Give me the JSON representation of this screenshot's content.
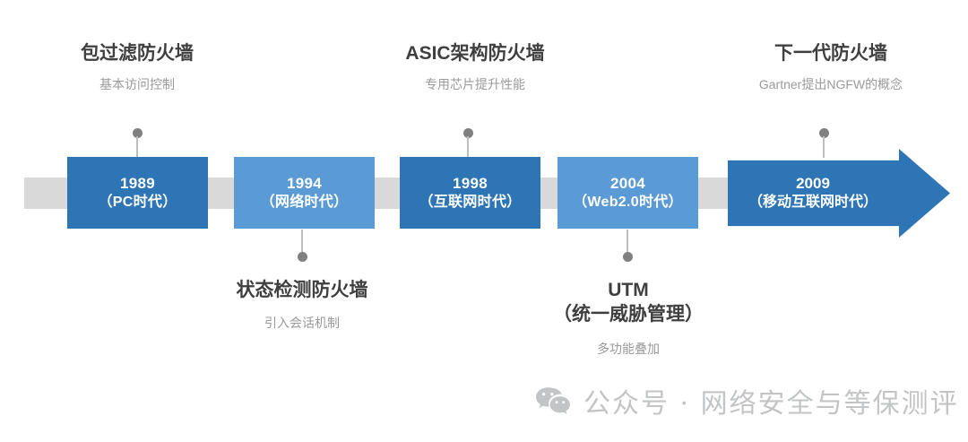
{
  "diagram": {
    "title_semantic": "firewall-evolution-timeline",
    "colors": {
      "dark_blue": "#2E75B6",
      "light_blue": "#5B9BD5",
      "track_gray": "#D9D9D9",
      "title_gray": "#3F3F3F",
      "subtitle_gray": "#9A9A9A",
      "connector_gray": "#808080",
      "watermark_gray": "#C2C4C6",
      "background": "#FFFFFF"
    }
  },
  "milestones": [
    {
      "year": "1989",
      "era": "（PC时代）",
      "style": "dark",
      "label_position": "above",
      "label_title": "包过滤防火墙",
      "label_title2": "",
      "label_subtitle": "基本访问控制"
    },
    {
      "year": "1994",
      "era": "（网络时代）",
      "style": "light",
      "label_position": "below",
      "label_title": "状态检测防火墙",
      "label_title2": "",
      "label_subtitle": "引入会话机制"
    },
    {
      "year": "1998",
      "era": "（互联网时代）",
      "style": "dark",
      "label_position": "above",
      "label_title": "ASIC架构防火墙",
      "label_title2": "",
      "label_subtitle": "专用芯片提升性能"
    },
    {
      "year": "2004",
      "era": "（Web2.0时代）",
      "style": "light",
      "label_position": "below",
      "label_title": "UTM",
      "label_title2": "（统一威胁管理）",
      "label_subtitle": "多功能叠加"
    },
    {
      "year": "2009",
      "era": "（移动互联网时代）",
      "style": "arrow",
      "label_position": "above",
      "label_title": "下一代防火墙",
      "label_title2": "",
      "label_subtitle": "Gartner提出NGFW的概念"
    }
  ],
  "watermark": {
    "icon": "wechat-icon",
    "text": "公众号 · 网络安全与等保测评"
  }
}
